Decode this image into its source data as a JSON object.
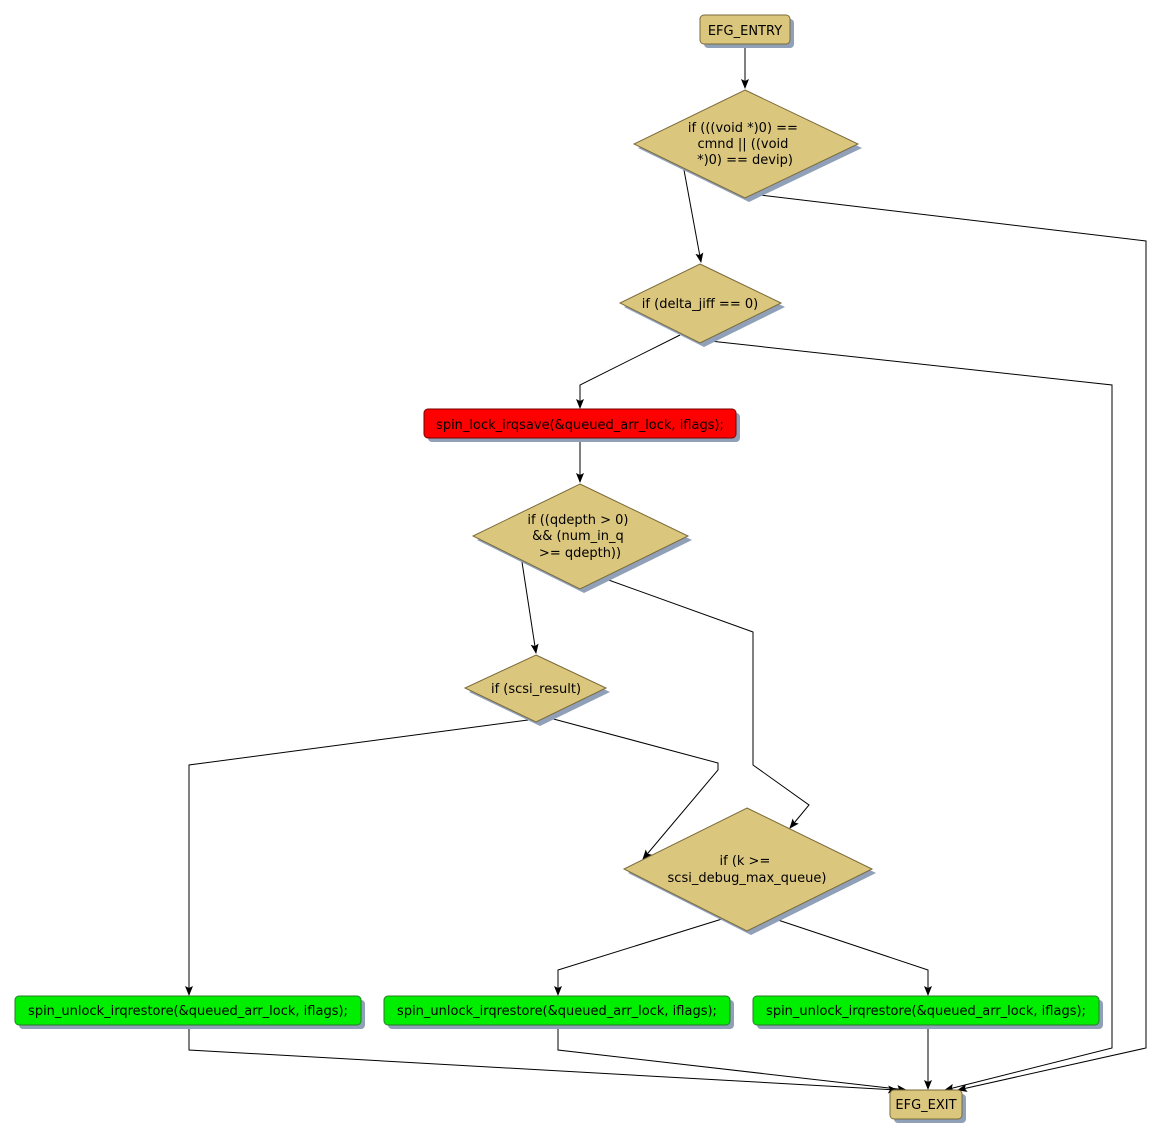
{
  "colors": {
    "decision": "#dbc67e",
    "entry_exit": "#dbc67e",
    "lock": "#ff0000",
    "unlock": "#00ee00",
    "shadow": "#8fa0b8",
    "border": "#7a6a3a",
    "edge": "#000000"
  },
  "nodes": {
    "entry": "EFG_ENTRY",
    "exit": "EFG_EXIT",
    "cond_null": [
      "if (((void *)0) ==",
      "cmnd || ((void",
      "*)0) == devip)"
    ],
    "cond_delta": [
      "if (delta_jiff == 0)"
    ],
    "lock": "spin_lock_irqsave(&queued_arr_lock, iflags);",
    "cond_qdepth": [
      "if ((qdepth > 0)",
      "&& (num_in_q",
      ">= qdepth))"
    ],
    "cond_result": [
      "if (scsi_result)"
    ],
    "cond_k": [
      "if (k >=",
      "scsi_debug_max_queue)"
    ],
    "unlock_1": "spin_unlock_irqrestore(&queued_arr_lock, iflags);",
    "unlock_2": "spin_unlock_irqrestore(&queued_arr_lock, iflags);",
    "unlock_3": "spin_unlock_irqrestore(&queued_arr_lock, iflags);"
  }
}
